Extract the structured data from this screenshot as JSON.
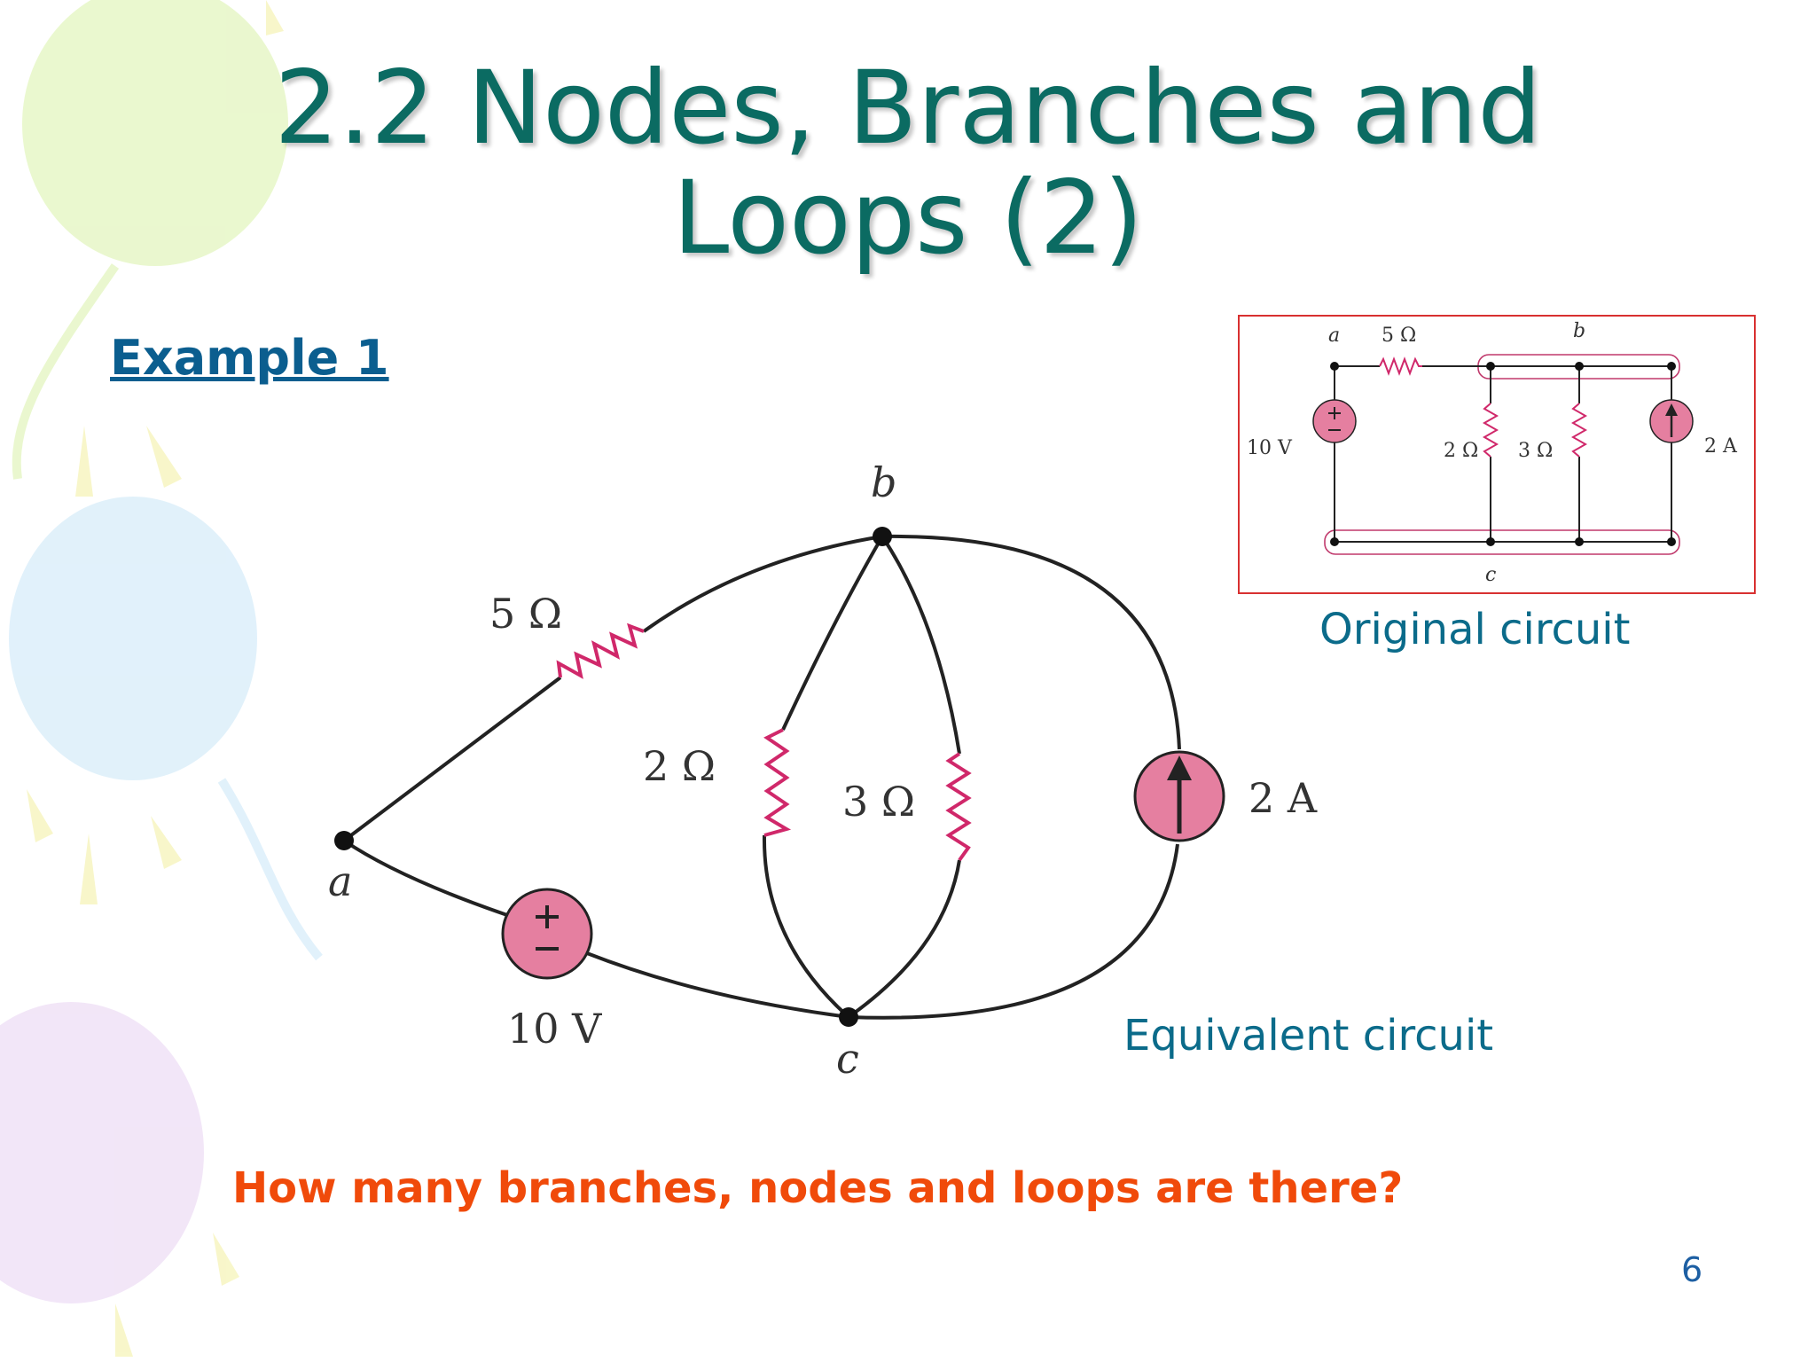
{
  "slide": {
    "title_line1": "2.2 Nodes, Branches and",
    "title_line2": "Loops (2)",
    "example_link": "Example 1",
    "caption_original": "Original circuit",
    "caption_equivalent": "Equivalent circuit",
    "question": "How many branches, nodes and loops are there?",
    "page_number": "6"
  },
  "equivalent_circuit": {
    "node_a": "a",
    "node_b": "b",
    "node_c": "c",
    "r1_label": "5 Ω",
    "r2_label": "2 Ω",
    "r3_label": "3 Ω",
    "voltage_source_label": "10 V",
    "current_source_label": "2 A"
  },
  "original_circuit": {
    "node_a": "a",
    "node_b": "b",
    "node_c": "c",
    "r1_label": "5 Ω",
    "r2_label": "2 Ω",
    "r3_label": "3 Ω",
    "voltage_source_label": "10 V",
    "current_source_label": "2 A"
  },
  "colors": {
    "title": "#0b6b62",
    "question": "#f04a0a",
    "component_fill": "#e57fa0",
    "resistor": "#d0286a",
    "frame": "#d83030"
  }
}
